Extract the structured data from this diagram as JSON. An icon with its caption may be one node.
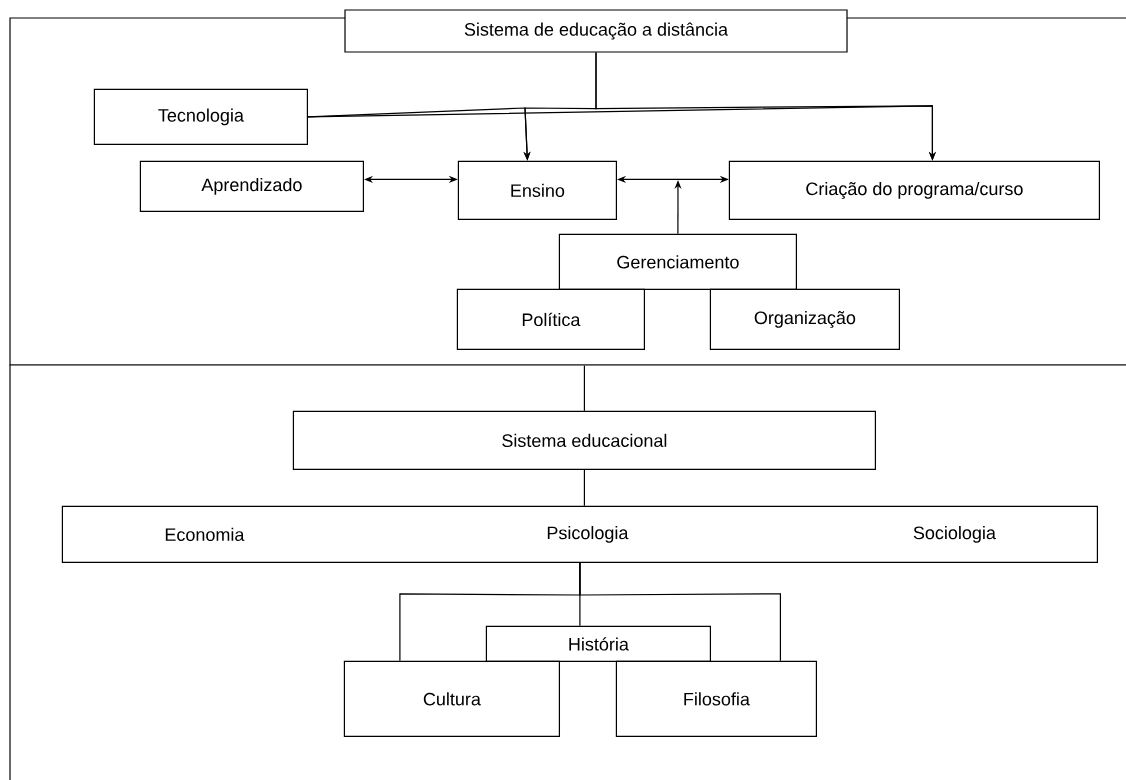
{
  "diagram": {
    "nodes": [
      {
        "text": [],
        "shape": "box"
      },
      {
        "text": [
          "Sistema de educação a distância"
        ]
      },
      {
        "text": [
          "Tecnologia"
        ],
        "in": 0
      },
      {
        "text": [
          "Aprendizado"
        ],
        "in": 0
      },
      {
        "text": [
          "Ensino"
        ],
        "in": 0
      },
      {
        "text": [
          "Criação do programa/curso"
        ],
        "in": 0
      },
      {
        "text": [
          "Gerenciamento"
        ],
        "in": 0
      },
      {
        "text": [
          "Política"
        ],
        "in": 0
      },
      {
        "text": [
          "Organização"
        ],
        "in": 0
      },
      {
        "text": [],
        "shape": "box"
      },
      {
        "text": [
          "Sistema educacional"
        ],
        "in": 9
      },
      {
        "text": [
          "Economia",
          "Psicologia",
          "Sociologia"
        ],
        "in": 9
      },
      {
        "text": [
          "História"
        ],
        "in": 9
      },
      {
        "text": [
          "Cultura"
        ],
        "in": 9
      },
      {
        "text": [
          "Filosofia"
        ],
        "in": 9
      }
    ],
    "edges": [
      {
        "from": 1,
        "to": 4,
        "arrow": "to"
      },
      {
        "from": 1,
        "to": 5,
        "arrow": "to"
      },
      {
        "from": 2,
        "to": 4,
        "arrow": "to"
      },
      {
        "from": 2,
        "to": 5,
        "arrow": "to"
      },
      {
        "from": 3,
        "to": 4,
        "arrow": "both"
      },
      {
        "from": 4,
        "to": 5,
        "arrow": "both"
      },
      {
        "from": 6,
        "to": null,
        "arrow": "to"
      },
      {
        "from": 10,
        "to": 0,
        "arrow": "none"
      },
      {
        "from": 10,
        "to": 11,
        "arrow": "none"
      },
      {
        "from": 11,
        "to": 12,
        "arrow": "none"
      },
      {
        "from": 11,
        "to": 13,
        "arrow": "none"
      },
      {
        "from": 11,
        "to": 14,
        "arrow": "none"
      }
    ]
  }
}
